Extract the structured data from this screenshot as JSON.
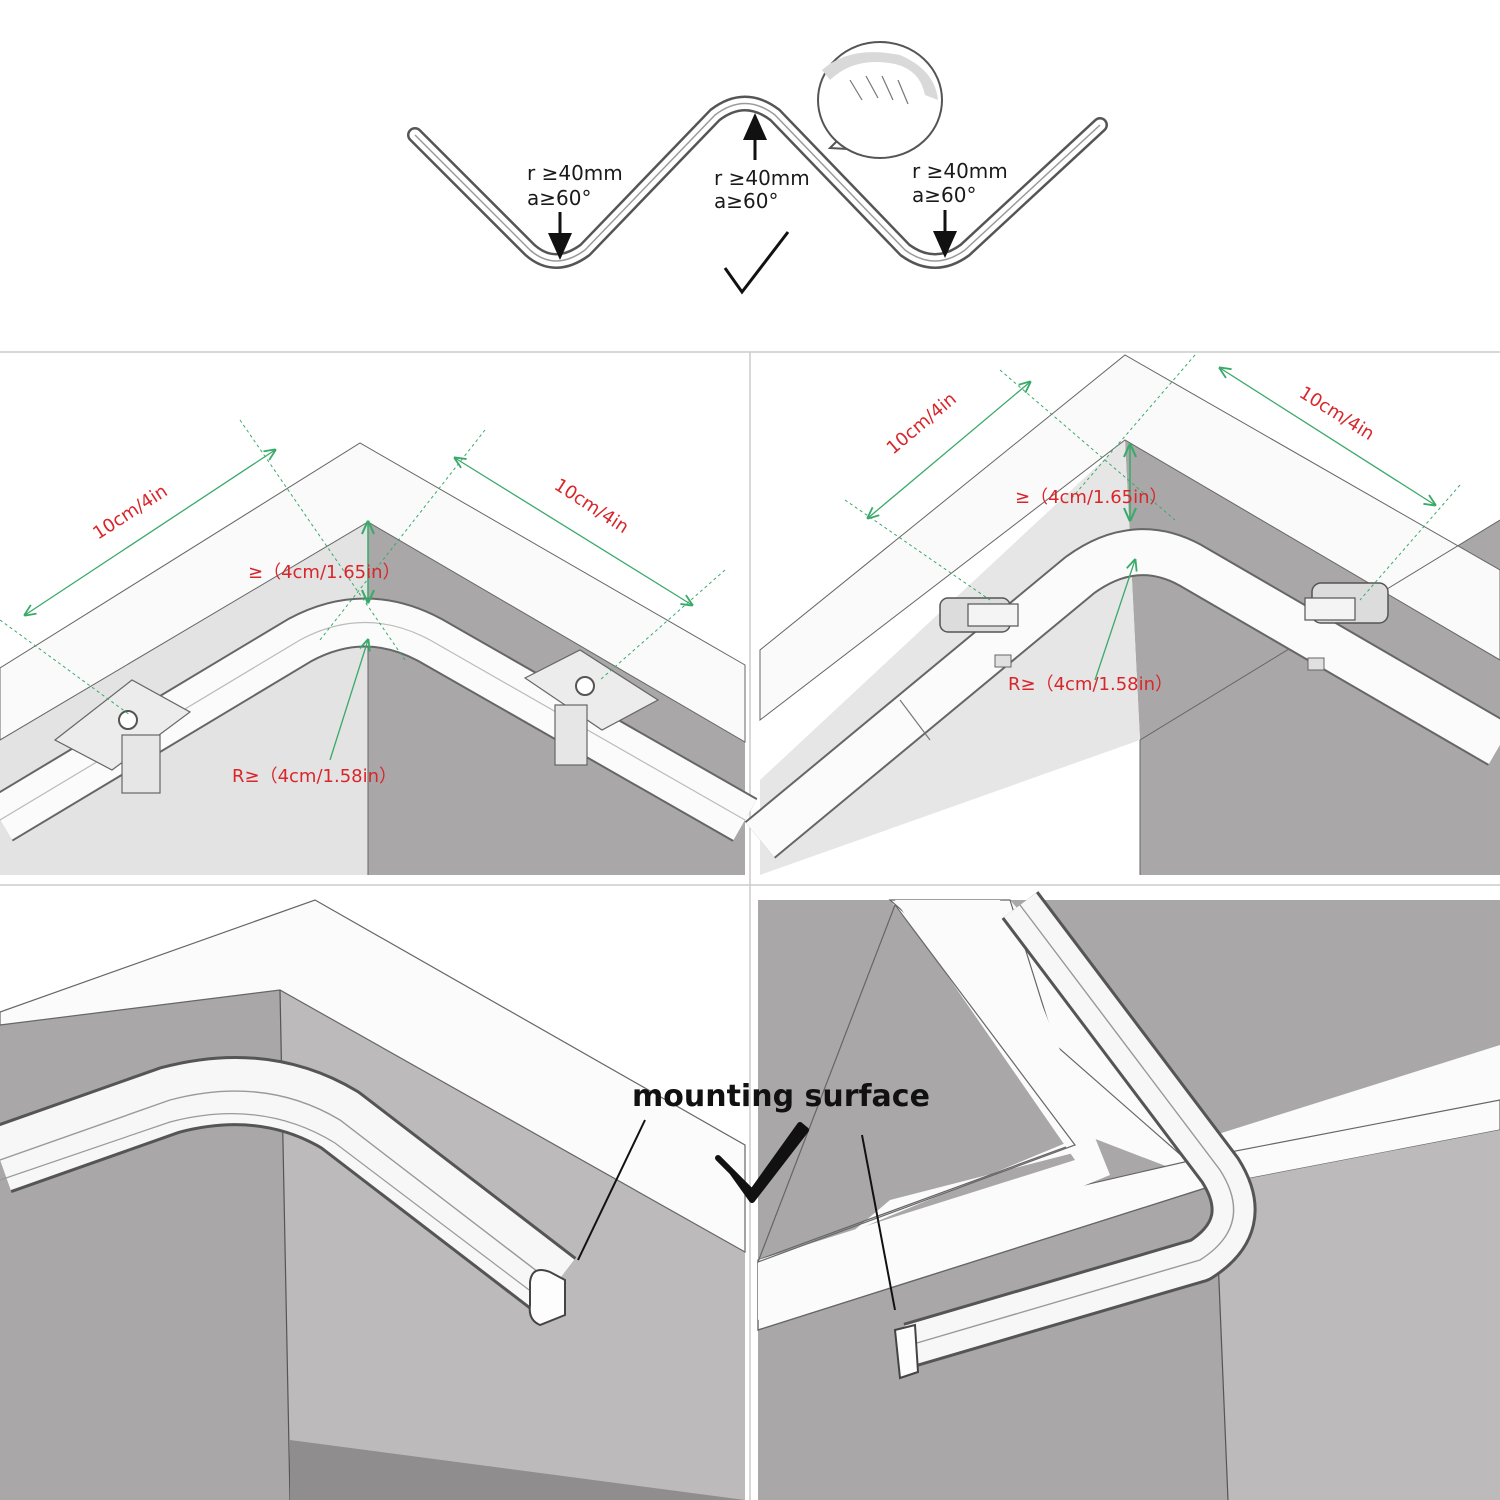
{
  "wave_spec": {
    "left": {
      "radius": "r ≥40mm",
      "angle": "a≥60°"
    },
    "middle": {
      "radius": "r ≥40mm",
      "angle": "a≥60°"
    },
    "right": {
      "radius": "r ≥40mm",
      "angle": "a≥60°"
    }
  },
  "clip_corner": {
    "left_length": "10cm/4in",
    "right_length": "10cm/4in",
    "gap": "≥（4cm/1.65in）",
    "radius": "R≥（4cm/1.58in）"
  },
  "bracket_corner": {
    "left_length": "10cm/4in",
    "right_length": "10cm/4in",
    "gap": "≥（4cm/1.65in）",
    "radius": "R≥（4cm/1.58in）"
  },
  "mounting_label": "mounting surface",
  "colors": {
    "dimension_text": "#d8262b",
    "dimension_line": "#3aaa6a",
    "wall": "#a9a7a8"
  }
}
